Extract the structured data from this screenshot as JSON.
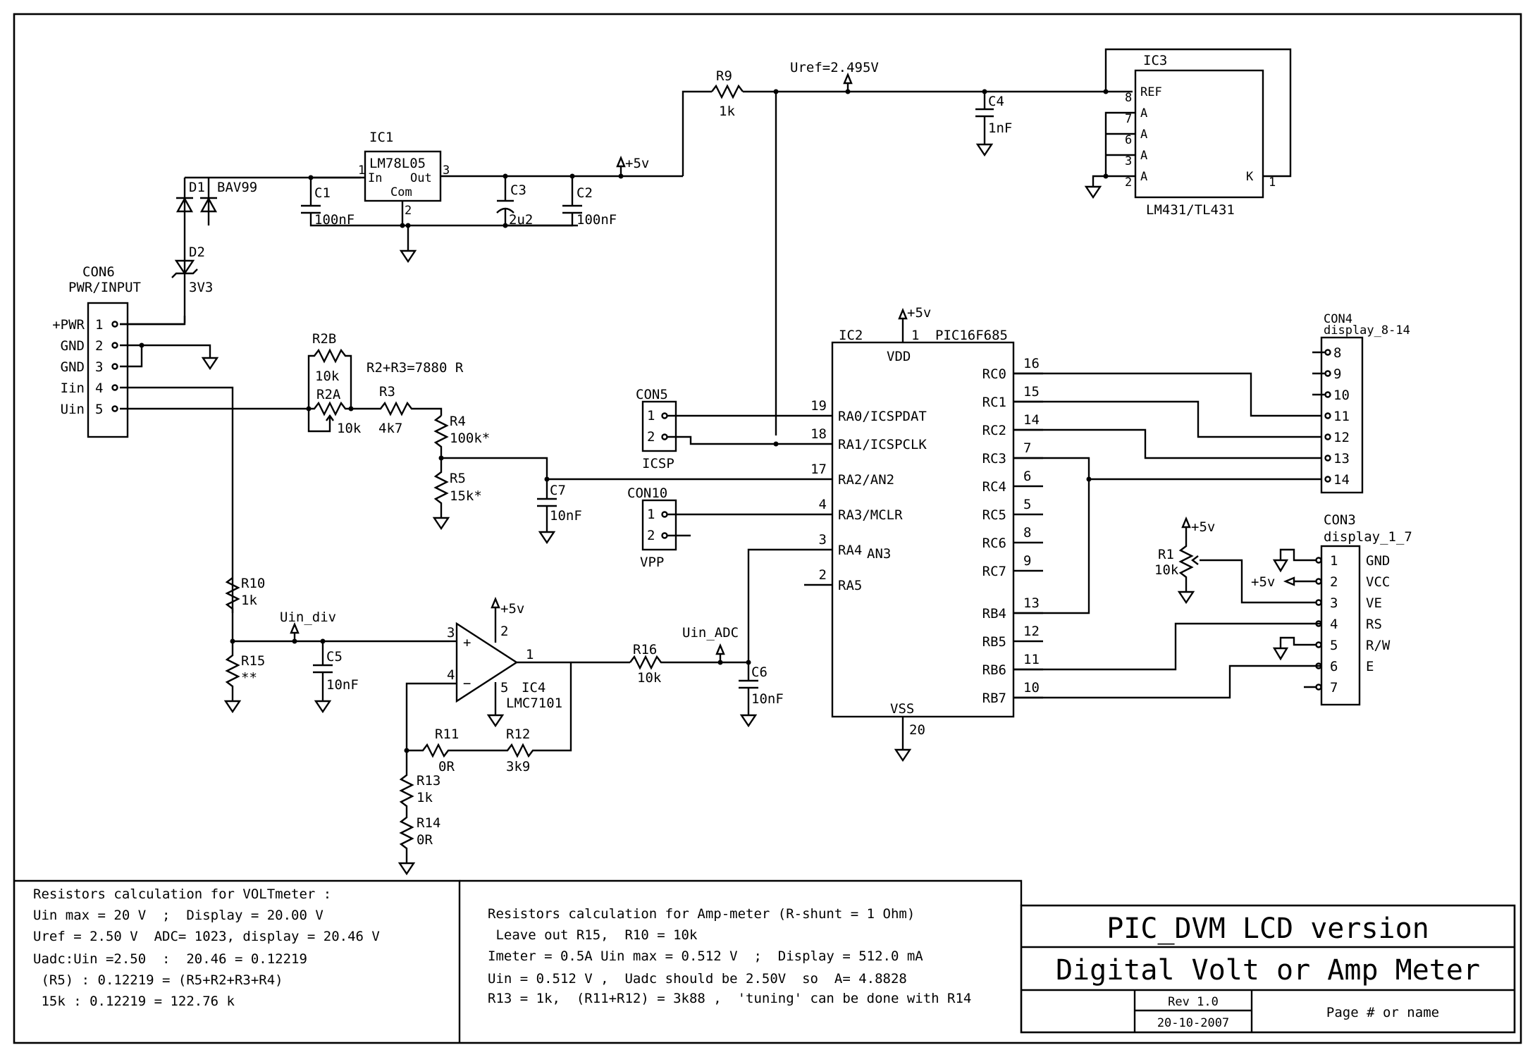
{
  "sheet": {
    "title": "PIC_DVM LCD version",
    "subtitle": "Digital Volt or Amp  Meter",
    "revision": "Rev 1.0",
    "date": "20-10-2007",
    "page": "Page # or name"
  },
  "nets": {
    "uref": "Uref=2.495V",
    "p5v": "+5v",
    "uin_div": "Uin_div",
    "uin_adc": "Uin_ADC",
    "r2r3_note": "R2+R3=7880 R"
  },
  "ic1": {
    "ref": "IC1",
    "part": "LM78L05",
    "pin_in": "In",
    "pin_out": "Out",
    "pin_com": "Com",
    "n1": "1",
    "n2": "2",
    "n3": "3"
  },
  "ic3": {
    "ref": "IC3",
    "part": "LM431/TL431",
    "pin_ref": "REF",
    "pin_a": "A",
    "pin_k": "K",
    "n8": "8",
    "n7": "7",
    "n6": "6",
    "n3": "3",
    "n2": "2",
    "n1": "1"
  },
  "ic4": {
    "ref": "IC4",
    "part": "LMC7101",
    "plus": "+",
    "minus": "−",
    "n1": "1",
    "n2": "2",
    "n3": "3",
    "n4": "4",
    "n5": "5"
  },
  "ic2": {
    "ref": "IC2",
    "part": "PIC16F685",
    "vdd": "VDD",
    "vss": "VSS",
    "vdd_pin": "1",
    "vss_pin": "20",
    "left_pins": [
      {
        "num": "19",
        "name": "RA0/ICSPDAT"
      },
      {
        "num": "18",
        "name": "RA1/ICSPCLK"
      },
      {
        "num": "17",
        "name": "RA2/AN2"
      },
      {
        "num": "4",
        "name": "RA3/MCLR"
      },
      {
        "num": "3",
        "name": "RA4",
        "alt": "AN3"
      },
      {
        "num": "2",
        "name": "RA5"
      }
    ],
    "right_pins": [
      {
        "num": "16",
        "name": "RC0"
      },
      {
        "num": "15",
        "name": "RC1"
      },
      {
        "num": "14",
        "name": "RC2"
      },
      {
        "num": "7",
        "name": "RC3"
      },
      {
        "num": "6",
        "name": "RC4"
      },
      {
        "num": "5",
        "name": "RC5"
      },
      {
        "num": "8",
        "name": "RC6"
      },
      {
        "num": "9",
        "name": "RC7"
      },
      {
        "num": "13",
        "name": "RB4"
      },
      {
        "num": "12",
        "name": "RB5"
      },
      {
        "num": "11",
        "name": "RB6"
      },
      {
        "num": "10",
        "name": "RB7"
      }
    ]
  },
  "diodes": {
    "d1": "D1",
    "d1_part": "BAV99",
    "d2": "D2",
    "d2_part": "3V3"
  },
  "caps": {
    "c1": {
      "ref": "C1",
      "val": "100nF"
    },
    "c2": {
      "ref": "C2",
      "val": "100nF"
    },
    "c3": {
      "ref": "C3",
      "val": "2u2"
    },
    "c4": {
      "ref": "C4",
      "val": "1nF"
    },
    "c5": {
      "ref": "C5",
      "val": "10nF"
    },
    "c6": {
      "ref": "C6",
      "val": "10nF"
    },
    "c7": {
      "ref": "C7",
      "val": "10nF"
    }
  },
  "resistors": {
    "r1": {
      "ref": "R1",
      "val": "10k"
    },
    "r2a": {
      "ref": "R2A",
      "val": "10k"
    },
    "r2b": {
      "ref": "R2B",
      "val": "10k"
    },
    "r3": {
      "ref": "R3",
      "val": "4k7"
    },
    "r4": {
      "ref": "R4",
      "val": "100k*"
    },
    "r5": {
      "ref": "R5",
      "val": "15k*"
    },
    "r9": {
      "ref": "R9",
      "val": "1k"
    },
    "r10": {
      "ref": "R10",
      "val": "1k"
    },
    "r11": {
      "ref": "R11",
      "val": "0R"
    },
    "r12": {
      "ref": "R12",
      "val": "3k9"
    },
    "r13": {
      "ref": "R13",
      "val": "1k"
    },
    "r14": {
      "ref": "R14",
      "val": "0R"
    },
    "r15": {
      "ref": "R15",
      "val": "**"
    },
    "r16": {
      "ref": "R16",
      "val": "10k"
    }
  },
  "con6": {
    "ref": "CON6",
    "name": "PWR/INPUT",
    "pins": [
      {
        "num": "1",
        "label": "+PWR"
      },
      {
        "num": "2",
        "label": "GND"
      },
      {
        "num": "3",
        "label": "GND"
      },
      {
        "num": "4",
        "label": "Iin"
      },
      {
        "num": "5",
        "label": "Uin"
      }
    ]
  },
  "con5": {
    "ref": "CON5",
    "name": "ICSP",
    "pins": [
      "1",
      "2"
    ]
  },
  "con10": {
    "ref": "CON10",
    "name": "VPP",
    "pins": [
      "1",
      "2"
    ]
  },
  "con4": {
    "ref": "CON4",
    "name": "display_8-14",
    "pins": [
      "8",
      "9",
      "10",
      "11",
      "12",
      "13",
      "14"
    ]
  },
  "con3": {
    "ref": "CON3",
    "name": "display_1_7",
    "pins": [
      {
        "num": "1",
        "label": "GND"
      },
      {
        "num": "2",
        "label": "VCC"
      },
      {
        "num": "3",
        "label": "VE"
      },
      {
        "num": "4",
        "label": "RS"
      },
      {
        "num": "5",
        "label": "R/W"
      },
      {
        "num": "6",
        "label": "E"
      },
      {
        "num": "7",
        "label": ""
      }
    ]
  },
  "notes": {
    "volt": [
      "Resistors calculation for VOLTmeter :",
      "Uin max = 20 V  ;  Display = 20.00 V",
      "Uref = 2.50 V  ADC= 1023, display = 20.46 V",
      "Uadc:Uin =2.50  :  20.46 = 0.12219",
      " (R5) : 0.12219 = (R5+R2+R3+R4)",
      " 15k : 0.12219 = 122.76 k"
    ],
    "amp": [
      "Resistors calculation for Amp-meter (R-shunt = 1 Ohm)",
      " Leave out R15,  R10 = 10k",
      "Imeter = 0.5A Uin max = 0.512 V  ;  Display = 512.0 mA",
      "Uin = 0.512 V ,  Uadc should be 2.50V  so  A= 4.8828",
      "R13 = 1k,  (R11+R12) = 3k88 ,  'tuning' can be done with R14"
    ]
  }
}
